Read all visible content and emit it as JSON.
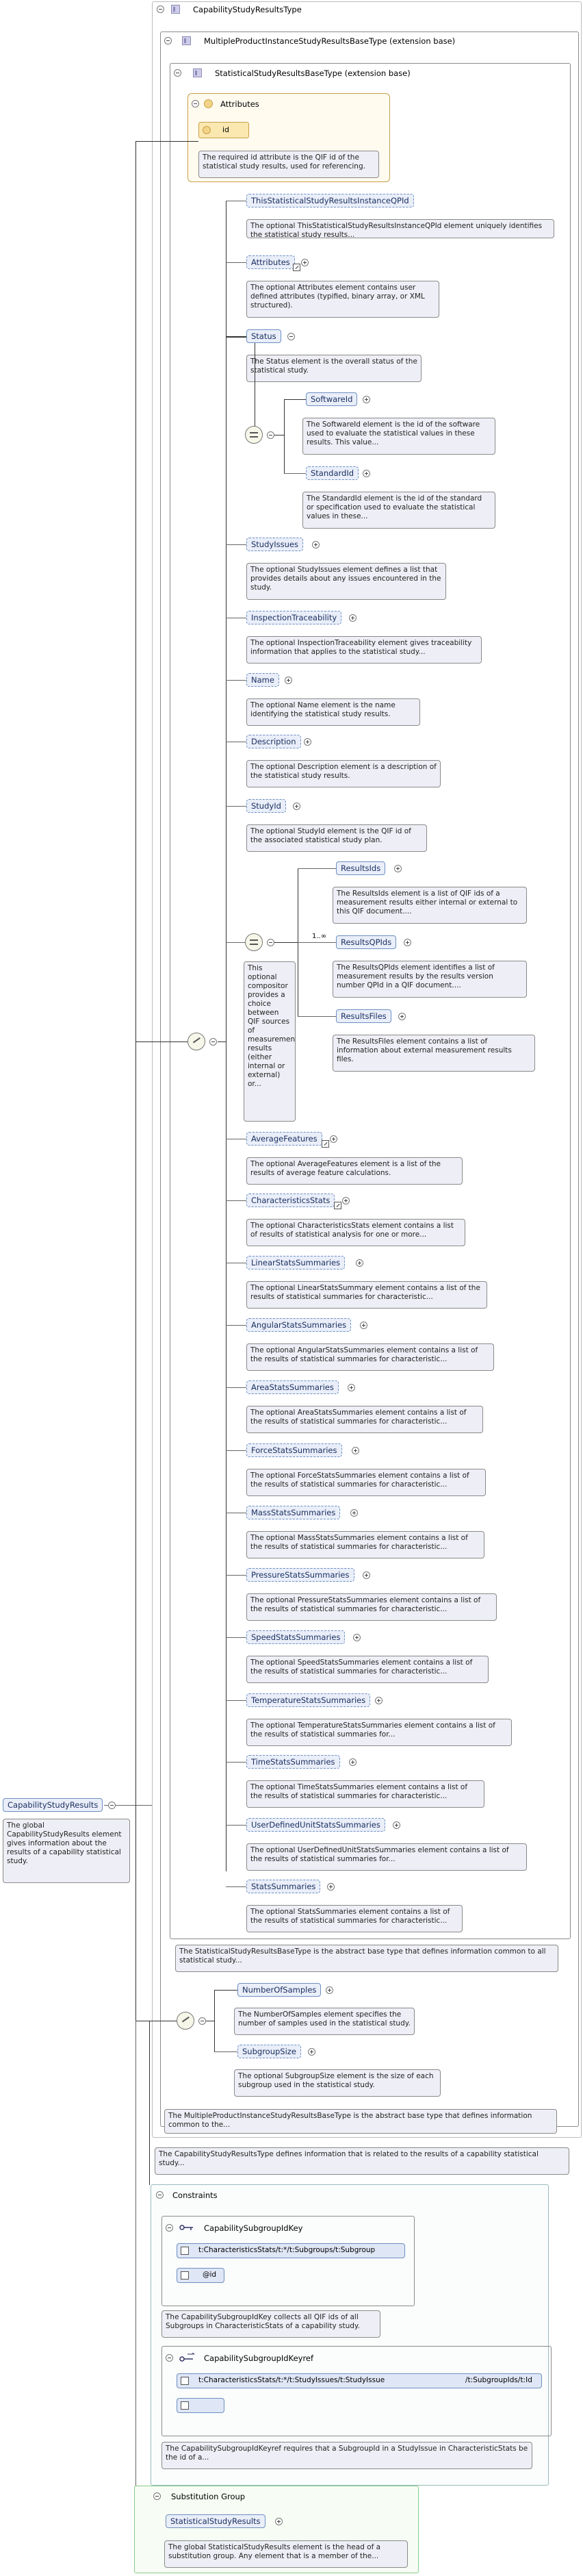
{
  "root_type": "CapabilityStudyResultsType",
  "multi_base": "MultipleProductInstanceStudyResultsBaseType (extension base)",
  "stat_base": "StatisticalStudyResultsBaseType (extension base)",
  "attributes": {
    "title": "Attributes",
    "id_label": "id",
    "id_doc": "The required id attribute is the QIF id of the statistical study results, used for referencing."
  },
  "elements": [
    {
      "name": "ThisStatisticalStudyResultsInstanceQPId",
      "doc": "The optional ThisStatisticalStudyResultsInstanceQPId element uniquely identifies the statistical study results..."
    },
    {
      "name": "Attributes",
      "doc": "The optional Attributes element contains user defined attributes (typified, binary array, or XML structured)."
    },
    {
      "name": "Status",
      "doc": "The Status element is the overall status of the statistical study."
    },
    {
      "name": "StudyIssues",
      "doc": "The optional StudyIssues element defines a list that provides details about any issues encountered in the study."
    },
    {
      "name": "InspectionTraceability",
      "doc": "The optional InspectionTraceability element gives traceability information that applies to the statistical study..."
    },
    {
      "name": "Name",
      "doc": "The optional Name element is the name identifying the statistical study results."
    },
    {
      "name": "Description",
      "doc": "The optional Description element is a description of the statistical study results."
    },
    {
      "name": "StudyId",
      "doc": "The optional StudyId element is the QIF id of the associated statistical study plan."
    },
    {
      "name": "AverageFeatures",
      "doc": "The optional AverageFeatures element is a list of the results of average feature calculations."
    },
    {
      "name": "CharacteristicsStats",
      "doc": "The optional CharacteristicsStats element contains a list of results of statistical analysis for one or more..."
    },
    {
      "name": "LinearStatsSummaries",
      "doc": "The optional LinearStatsSummary element contains a list of the results of statistical summaries for characteristic..."
    },
    {
      "name": "AngularStatsSummaries",
      "doc": "The optional AngularStatsSummaries element contains a list of the results of statistical summaries for characteristic..."
    },
    {
      "name": "AreaStatsSummaries",
      "doc": "The optional AreaStatsSummaries element contains a list of the results of statistical summaries for characteristic..."
    },
    {
      "name": "ForceStatsSummaries",
      "doc": "The optional ForceStatsSummaries element contains a list of the results of statistical summaries for characteristic..."
    },
    {
      "name": "MassStatsSummaries",
      "doc": "The optional MassStatsSummaries element contains a list of the results of statistical summaries for characteristic..."
    },
    {
      "name": "PressureStatsSummaries",
      "doc": "The optional PressureStatsSummaries element contains a list of the results of statistical summaries for characteristic..."
    },
    {
      "name": "SpeedStatsSummaries",
      "doc": "The optional SpeedStatsSummaries element contains a list of the results of statistical summaries for characteristic..."
    },
    {
      "name": "TemperatureStatsSummaries",
      "doc": "The optional TemperatureStatsSummaries element contains a list of the results of statistical summaries for..."
    },
    {
      "name": "TimeStatsSummaries",
      "doc": "The optional TimeStatsSummaries element contains a list of the results of statistical summaries for characteristic..."
    },
    {
      "name": "UserDefinedUnitStatsSummaries",
      "doc": "The optional UserDefinedUnitStatsSummaries element contains a list of the results of statistical summaries for..."
    },
    {
      "name": "StatsSummaries",
      "doc": "The optional StatsSummaries element contains a list of the results of statistical summaries for characteristic..."
    }
  ],
  "status_children": [
    {
      "name": "SoftwareId",
      "doc": "The SoftwareId element is the id of the software used to evaluate the statistical values in these results. This value..."
    },
    {
      "name": "StandardId",
      "doc": "The StandardId element is the id of the standard or specification used to evaluate the statistical values in these..."
    }
  ],
  "results_children": [
    {
      "name": "ResultsIds",
      "doc": "The ResultsIds element is a list of QIF ids of a measurement results either internal or external to this QIF document...."
    },
    {
      "name": "ResultsQPIds",
      "doc": "The ResultsQPIds element identifies a list of measurement results by the results version number QPId in a QIF document...."
    },
    {
      "name": "ResultsFiles",
      "doc": "The ResultsFiles element contains a list of information about external measurement results files."
    }
  ],
  "choice_multiplicity": "1..∞",
  "choice_doc": "This optional compositor provides a choice between QIF sources of measurement results (either internal or external) or...",
  "stat_base_doc": "The StatisticalStudyResultsBaseType is the abstract base type that defines information common to all statistical study...",
  "multi_elements": [
    {
      "name": "NumberOfSamples",
      "doc": "The NumberOfSamples element specifies the number of samples used in the statistical study."
    },
    {
      "name": "SubgroupSize",
      "doc": "The optional SubgroupSize element is the size of each subgroup used in the statistical study."
    }
  ],
  "multi_base_doc": "The MultipleProductInstanceStudyResultsBaseType is the abstract base type that defines information common to the...",
  "root_doc": "The CapabilityStudyResultsType defines information that is related to the results of a capability statistical study...",
  "global_element": {
    "name": "CapabilityStudyResults",
    "doc": "The global CapabilityStudyResults element gives information about the results of a capability statistical study."
  },
  "constraints": {
    "title": "Constraints",
    "key": {
      "name": "CapabilitySubgroupIdKey",
      "selector": "t:CharacteristicsStats/t:*/t:Subgroups/t:Subgroup",
      "field": "@id",
      "doc": "The CapabilitySubgroupIdKey collects all QIF ids of all Subgroups in CharacteristicStats of a capability study."
    },
    "keyref": {
      "name": "CapabilitySubgroupIdKeyref",
      "selector": "t:CharacteristicsStats/t:*/t:StudyIssues/t:StudyIssue",
      "selector_end": "/t:SubgroupIds/t:Id",
      "field": "",
      "doc": "The CapabilitySubgroupIdKeyref requires that a SubgroupId in a StudyIssue in CharacteristicStats be the id of a..."
    }
  },
  "substitution": {
    "title": "Substitution Group",
    "name": "StatisticalStudyResults",
    "doc": "The global StatisticalStudyResults element is the head of a substitution group. Any element that is a member of the..."
  }
}
